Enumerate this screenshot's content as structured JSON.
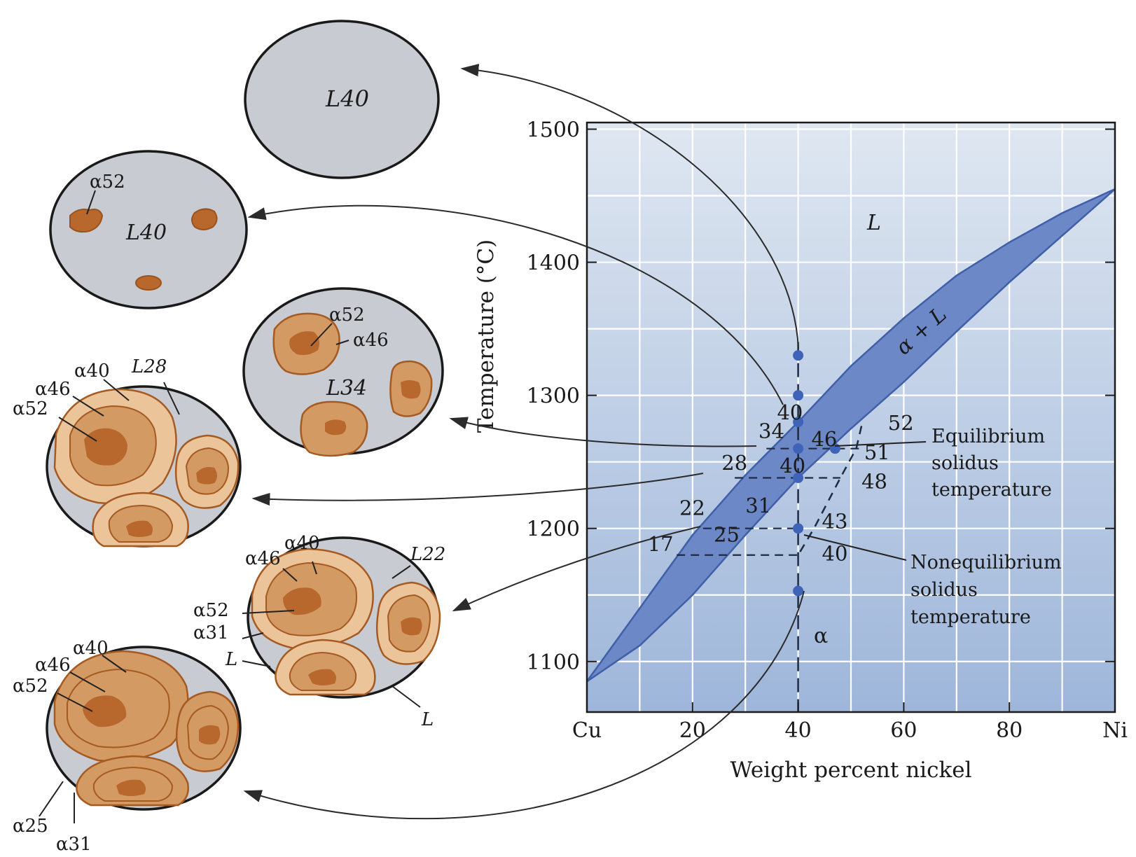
{
  "chart_data": {
    "type": "phase-diagram",
    "xlabel": "Weight percent nickel",
    "ylabel": "Temperature (°C)",
    "x_ticks": [
      "Cu",
      "20",
      "40",
      "60",
      "80",
      "Ni"
    ],
    "x_tick_values": [
      0,
      20,
      40,
      60,
      80,
      100
    ],
    "y_ticks": [
      "1100",
      "1200",
      "1300",
      "1400",
      "1500"
    ],
    "y_tick_values": [
      1100,
      1200,
      1300,
      1400,
      1500
    ],
    "xlim": [
      0,
      100
    ],
    "ylim": [
      1062,
      1505
    ],
    "grid": true,
    "alloy_composition": 40,
    "phase_labels": {
      "liquid": "L",
      "two_phase": "α + L",
      "solid": "α"
    },
    "liquidus": [
      [
        0,
        1085
      ],
      [
        10,
        1140
      ],
      [
        20,
        1195
      ],
      [
        30,
        1240
      ],
      [
        40,
        1280
      ],
      [
        50,
        1322
      ],
      [
        60,
        1358
      ],
      [
        70,
        1390
      ],
      [
        80,
        1415
      ],
      [
        90,
        1437
      ],
      [
        100,
        1455
      ]
    ],
    "solidus": [
      [
        0,
        1085
      ],
      [
        10,
        1112
      ],
      [
        20,
        1150
      ],
      [
        30,
        1195
      ],
      [
        40,
        1238
      ],
      [
        50,
        1275
      ],
      [
        60,
        1310
      ],
      [
        70,
        1348
      ],
      [
        80,
        1385
      ],
      [
        90,
        1420
      ],
      [
        100,
        1455
      ]
    ],
    "cooling_points": [
      {
        "x": 40,
        "y": 1330
      },
      {
        "x": 40,
        "y": 1300
      },
      {
        "x": 40,
        "y": 1280
      },
      {
        "x": 40,
        "y": 1260
      },
      {
        "x": 47,
        "y": 1260
      },
      {
        "x": 40,
        "y": 1238
      },
      {
        "x": 40,
        "y": 1200
      },
      {
        "x": 40,
        "y": 1153
      }
    ],
    "tie_lines": [
      {
        "y": 1260,
        "x_from": 34,
        "x_to": 52,
        "style": "dashed"
      },
      {
        "y": 1238,
        "x_from": 28,
        "x_to": 48,
        "style": "dashed"
      },
      {
        "y": 1200,
        "x_from": 22,
        "x_to": 40,
        "style": "dashed"
      },
      {
        "y": 1180,
        "x_from": 17,
        "x_to": 40,
        "style": "dashed"
      }
    ],
    "nonequilibrium_solidus": [
      [
        52,
        1277
      ],
      [
        51,
        1260
      ],
      [
        48,
        1238
      ],
      [
        43,
        1200
      ],
      [
        40,
        1180
      ]
    ],
    "point_labels": [
      {
        "text": "40",
        "x": 36,
        "y": 1282
      },
      {
        "text": "46",
        "x": 42.5,
        "y": 1262
      },
      {
        "text": "52",
        "x": 57,
        "y": 1274
      },
      {
        "text": "34",
        "x": 32.5,
        "y": 1268
      },
      {
        "text": "51",
        "x": 52.5,
        "y": 1252
      },
      {
        "text": "40",
        "x": 36.5,
        "y": 1242
      },
      {
        "text": "28",
        "x": 25.5,
        "y": 1244
      },
      {
        "text": "48",
        "x": 52,
        "y": 1230
      },
      {
        "text": "31",
        "x": 30,
        "y": 1212
      },
      {
        "text": "22",
        "x": 17.5,
        "y": 1210
      },
      {
        "text": "43",
        "x": 44.5,
        "y": 1200
      },
      {
        "text": "25",
        "x": 24,
        "y": 1190
      },
      {
        "text": "17",
        "x": 11.5,
        "y": 1183
      },
      {
        "text": "40",
        "x": 44.5,
        "y": 1176
      }
    ],
    "annotations": [
      {
        "lines": [
          "Equilibrium",
          "solidus",
          "temperature"
        ]
      },
      {
        "lines": [
          "Nonequilibrium",
          "solidus",
          "temperature"
        ]
      }
    ]
  },
  "micrographs": [
    {
      "labels": [
        "L40"
      ]
    },
    {
      "labels": [
        "α52",
        "L40"
      ]
    },
    {
      "labels": [
        "α52",
        "α46",
        "L34"
      ]
    },
    {
      "labels": [
        "α40",
        "L28",
        "α46",
        "α52"
      ]
    },
    {
      "labels": [
        "α40",
        "α46",
        "L22",
        "α52",
        "α31",
        "L",
        "L"
      ]
    },
    {
      "labels": [
        "α40",
        "α46",
        "α52",
        "α25",
        "α31"
      ]
    }
  ],
  "colors": {
    "chart_bg_top": "#dfe7f1",
    "chart_bg_bottom": "#9eb6da",
    "two_phase_fill": "#6c88c6",
    "point": "#3f63b8",
    "liquid_gray": "#c8cbd2",
    "alpha_core": "#b8682c",
    "alpha_mid": "#d39a63",
    "alpha_outer": "#ecc49a",
    "grain_line": "#a55a22"
  }
}
